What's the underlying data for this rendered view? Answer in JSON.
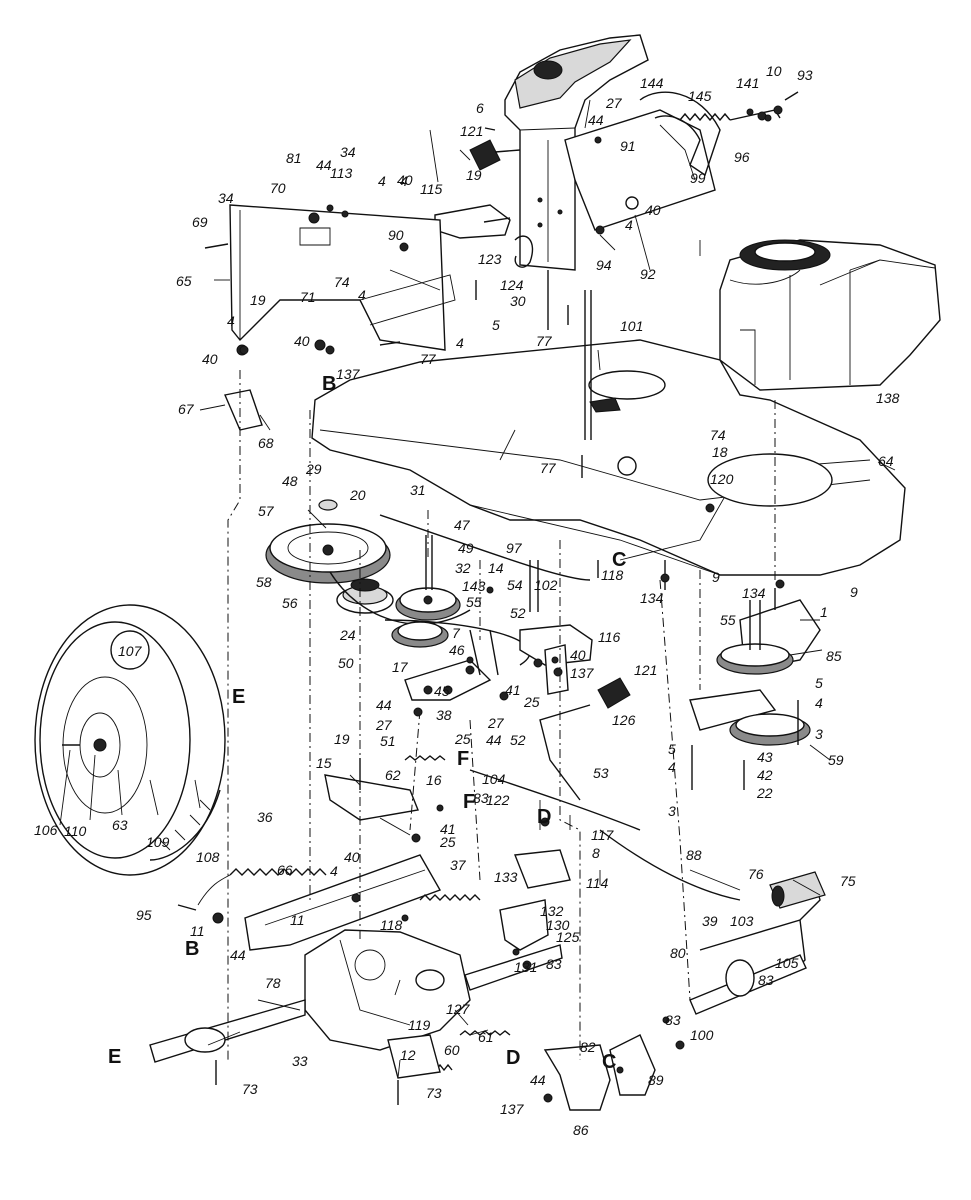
{
  "part_callouts": [
    {
      "id": "1",
      "label": "1"
    },
    {
      "id": "3a",
      "label": "3"
    },
    {
      "id": "3b",
      "label": "3"
    },
    {
      "id": "4a",
      "label": "4"
    },
    {
      "id": "4b",
      "label": "4"
    },
    {
      "id": "4c",
      "label": "4"
    },
    {
      "id": "4d",
      "label": "4"
    },
    {
      "id": "4e",
      "label": "4"
    },
    {
      "id": "4f",
      "label": "4"
    },
    {
      "id": "4g",
      "label": "4"
    },
    {
      "id": "4h",
      "label": "4"
    },
    {
      "id": "4i",
      "label": "4"
    },
    {
      "id": "5a",
      "label": "5"
    },
    {
      "id": "5b",
      "label": "5"
    },
    {
      "id": "5c",
      "label": "5"
    },
    {
      "id": "6",
      "label": "6"
    },
    {
      "id": "7",
      "label": "7"
    },
    {
      "id": "8",
      "label": "8"
    },
    {
      "id": "9a",
      "label": "9"
    },
    {
      "id": "9b",
      "label": "9"
    },
    {
      "id": "10",
      "label": "10"
    },
    {
      "id": "11a",
      "label": "11"
    },
    {
      "id": "11b",
      "label": "11"
    },
    {
      "id": "12",
      "label": "12"
    },
    {
      "id": "14",
      "label": "14"
    },
    {
      "id": "15",
      "label": "15"
    },
    {
      "id": "16",
      "label": "16"
    },
    {
      "id": "17",
      "label": "17"
    },
    {
      "id": "18",
      "label": "18"
    },
    {
      "id": "19a",
      "label": "19"
    },
    {
      "id": "19b",
      "label": "19"
    },
    {
      "id": "19c",
      "label": "19"
    },
    {
      "id": "20",
      "label": "20"
    },
    {
      "id": "22",
      "label": "22"
    },
    {
      "id": "24",
      "label": "24"
    },
    {
      "id": "25a",
      "label": "25"
    },
    {
      "id": "25b",
      "label": "25"
    },
    {
      "id": "25c",
      "label": "25"
    },
    {
      "id": "27a",
      "label": "27"
    },
    {
      "id": "27b",
      "label": "27"
    },
    {
      "id": "27c",
      "label": "27"
    },
    {
      "id": "29",
      "label": "29"
    },
    {
      "id": "30",
      "label": "30"
    },
    {
      "id": "31",
      "label": "31"
    },
    {
      "id": "32",
      "label": "32"
    },
    {
      "id": "33",
      "label": "33"
    },
    {
      "id": "34a",
      "label": "34"
    },
    {
      "id": "34b",
      "label": "34"
    },
    {
      "id": "36",
      "label": "36"
    },
    {
      "id": "37",
      "label": "37"
    },
    {
      "id": "38",
      "label": "38"
    },
    {
      "id": "39",
      "label": "39"
    },
    {
      "id": "40a",
      "label": "40"
    },
    {
      "id": "40b",
      "label": "40"
    },
    {
      "id": "40c",
      "label": "40"
    },
    {
      "id": "40d",
      "label": "40"
    },
    {
      "id": "40e",
      "label": "40"
    },
    {
      "id": "40f",
      "label": "40"
    },
    {
      "id": "41a",
      "label": "41"
    },
    {
      "id": "41b",
      "label": "41"
    },
    {
      "id": "42",
      "label": "42"
    },
    {
      "id": "43",
      "label": "43"
    },
    {
      "id": "44a",
      "label": "44"
    },
    {
      "id": "44b",
      "label": "44"
    },
    {
      "id": "44c",
      "label": "44"
    },
    {
      "id": "44d",
      "label": "44"
    },
    {
      "id": "44e",
      "label": "44"
    },
    {
      "id": "44f",
      "label": "44"
    },
    {
      "id": "45",
      "label": "45"
    },
    {
      "id": "46",
      "label": "46"
    },
    {
      "id": "47",
      "label": "47"
    },
    {
      "id": "48",
      "label": "48"
    },
    {
      "id": "49",
      "label": "49"
    },
    {
      "id": "50",
      "label": "50"
    },
    {
      "id": "51",
      "label": "51"
    },
    {
      "id": "52a",
      "label": "52"
    },
    {
      "id": "52b",
      "label": "52"
    },
    {
      "id": "53",
      "label": "53"
    },
    {
      "id": "54",
      "label": "54"
    },
    {
      "id": "55a",
      "label": "55"
    },
    {
      "id": "55b",
      "label": "55"
    },
    {
      "id": "56",
      "label": "56"
    },
    {
      "id": "57",
      "label": "57"
    },
    {
      "id": "58",
      "label": "58"
    },
    {
      "id": "59",
      "label": "59"
    },
    {
      "id": "60",
      "label": "60"
    },
    {
      "id": "61",
      "label": "61"
    },
    {
      "id": "62",
      "label": "62"
    },
    {
      "id": "63",
      "label": "63"
    },
    {
      "id": "64",
      "label": "64"
    },
    {
      "id": "65",
      "label": "65"
    },
    {
      "id": "66",
      "label": "66"
    },
    {
      "id": "67",
      "label": "67"
    },
    {
      "id": "68",
      "label": "68"
    },
    {
      "id": "69",
      "label": "69"
    },
    {
      "id": "70",
      "label": "70"
    },
    {
      "id": "71",
      "label": "71"
    },
    {
      "id": "73a",
      "label": "73"
    },
    {
      "id": "73b",
      "label": "73"
    },
    {
      "id": "74a",
      "label": "74"
    },
    {
      "id": "74b",
      "label": "74"
    },
    {
      "id": "75",
      "label": "75"
    },
    {
      "id": "76",
      "label": "76"
    },
    {
      "id": "77a",
      "label": "77"
    },
    {
      "id": "77b",
      "label": "77"
    },
    {
      "id": "77c",
      "label": "77"
    },
    {
      "id": "78",
      "label": "78"
    },
    {
      "id": "80",
      "label": "80"
    },
    {
      "id": "81",
      "label": "81"
    },
    {
      "id": "82",
      "label": "82"
    },
    {
      "id": "83a",
      "label": "83"
    },
    {
      "id": "83b",
      "label": "83"
    },
    {
      "id": "83c",
      "label": "83"
    },
    {
      "id": "83d",
      "label": "83"
    },
    {
      "id": "85",
      "label": "85"
    },
    {
      "id": "86",
      "label": "86"
    },
    {
      "id": "88",
      "label": "88"
    },
    {
      "id": "89",
      "label": "89"
    },
    {
      "id": "90",
      "label": "90"
    },
    {
      "id": "91",
      "label": "91"
    },
    {
      "id": "92",
      "label": "92"
    },
    {
      "id": "93",
      "label": "93"
    },
    {
      "id": "94",
      "label": "94"
    },
    {
      "id": "95",
      "label": "95"
    },
    {
      "id": "96",
      "label": "96"
    },
    {
      "id": "97",
      "label": "97"
    },
    {
      "id": "99",
      "label": "99"
    },
    {
      "id": "100",
      "label": "100"
    },
    {
      "id": "101",
      "label": "101"
    },
    {
      "id": "102",
      "label": "102"
    },
    {
      "id": "103",
      "label": "103"
    },
    {
      "id": "104",
      "label": "104"
    },
    {
      "id": "105",
      "label": "105"
    },
    {
      "id": "106",
      "label": "106"
    },
    {
      "id": "107",
      "label": "107"
    },
    {
      "id": "108",
      "label": "108"
    },
    {
      "id": "109",
      "label": "109"
    },
    {
      "id": "110",
      "label": "110"
    },
    {
      "id": "113",
      "label": "113"
    },
    {
      "id": "114",
      "label": "114"
    },
    {
      "id": "115",
      "label": "115"
    },
    {
      "id": "116",
      "label": "116"
    },
    {
      "id": "117",
      "label": "117"
    },
    {
      "id": "118a",
      "label": "118"
    },
    {
      "id": "118b",
      "label": "118"
    },
    {
      "id": "119",
      "label": "119"
    },
    {
      "id": "120",
      "label": "120"
    },
    {
      "id": "121a",
      "label": "121"
    },
    {
      "id": "121b",
      "label": "121"
    },
    {
      "id": "122",
      "label": "122"
    },
    {
      "id": "123",
      "label": "123"
    },
    {
      "id": "124",
      "label": "124"
    },
    {
      "id": "125",
      "label": "125"
    },
    {
      "id": "126",
      "label": "126"
    },
    {
      "id": "127",
      "label": "127"
    },
    {
      "id": "130",
      "label": "130"
    },
    {
      "id": "131",
      "label": "131"
    },
    {
      "id": "132",
      "label": "132"
    },
    {
      "id": "133",
      "label": "133"
    },
    {
      "id": "134a",
      "label": "134"
    },
    {
      "id": "134b",
      "label": "134"
    },
    {
      "id": "137a",
      "label": "137"
    },
    {
      "id": "137b",
      "label": "137"
    },
    {
      "id": "137c",
      "label": "137"
    },
    {
      "id": "138",
      "label": "138"
    },
    {
      "id": "141",
      "label": "141"
    },
    {
      "id": "143",
      "label": "143"
    },
    {
      "id": "144",
      "label": "144"
    },
    {
      "id": "145",
      "label": "145"
    }
  ],
  "reference_letters": [
    {
      "id": "B1",
      "label": "B"
    },
    {
      "id": "B2",
      "label": "B"
    },
    {
      "id": "C1",
      "label": "C"
    },
    {
      "id": "C2",
      "label": "C"
    },
    {
      "id": "D1",
      "label": "D"
    },
    {
      "id": "D2",
      "label": "D"
    },
    {
      "id": "E1",
      "label": "E"
    },
    {
      "id": "E2",
      "label": "E"
    },
    {
      "id": "F1",
      "label": "F"
    },
    {
      "id": "F2",
      "label": "F"
    }
  ],
  "colors": {
    "ink": "#111111",
    "paper": "#ffffff"
  }
}
